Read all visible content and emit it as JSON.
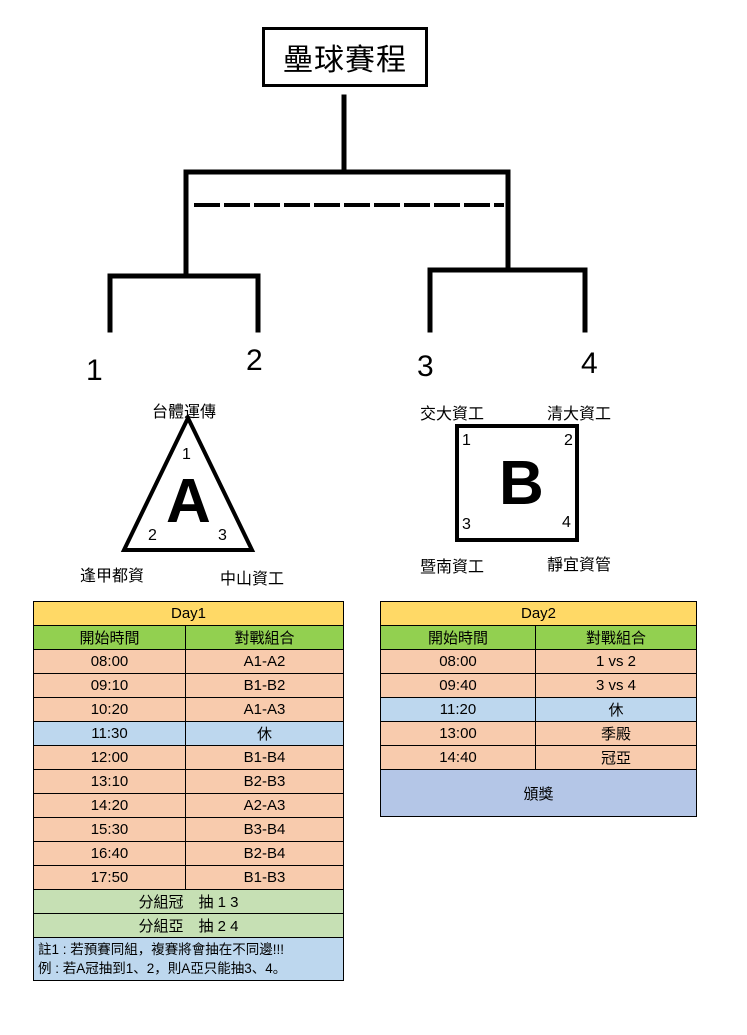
{
  "title": "壘球賽程",
  "bracket": {
    "seeds": [
      "1",
      "2",
      "3",
      "4"
    ]
  },
  "group_a": {
    "letter": "A",
    "positions": [
      "1",
      "2",
      "3"
    ],
    "teams": {
      "top": "台體運傳",
      "bottom_left": "逢甲都資",
      "bottom_right": "中山資工"
    }
  },
  "group_b": {
    "letter": "B",
    "positions": [
      "1",
      "2",
      "3",
      "4"
    ],
    "teams": {
      "top_left": "交大資工",
      "top_right": "清大資工",
      "bottom_left": "暨南資工",
      "bottom_right": "靜宜資管"
    }
  },
  "day1": {
    "title": "Day1",
    "headers": [
      "開始時間",
      "對戰組合"
    ],
    "rows": [
      {
        "time": "08:00",
        "match": "A1-A2",
        "type": "match"
      },
      {
        "time": "09:10",
        "match": "B1-B2",
        "type": "match"
      },
      {
        "time": "10:20",
        "match": "A1-A3",
        "type": "match"
      },
      {
        "time": "11:30",
        "match": "休",
        "type": "rest"
      },
      {
        "time": "12:00",
        "match": "B1-B4",
        "type": "match"
      },
      {
        "time": "13:10",
        "match": "B2-B3",
        "type": "match"
      },
      {
        "time": "14:20",
        "match": "A2-A3",
        "type": "match"
      },
      {
        "time": "15:30",
        "match": "B3-B4",
        "type": "match"
      },
      {
        "time": "16:40",
        "match": "B2-B4",
        "type": "match"
      },
      {
        "time": "17:50",
        "match": "B1-B3",
        "type": "match"
      }
    ],
    "draw_rows": [
      "分組冠　抽 1 3",
      "分組亞　抽 2 4"
    ],
    "notes": [
      "註1 : 若預賽同組，複賽將會抽在不同邊!!!",
      "例 : 若A冠抽到1、2，則A亞只能抽3、4。"
    ]
  },
  "day2": {
    "title": "Day2",
    "headers": [
      "開始時間",
      "對戰組合"
    ],
    "rows": [
      {
        "time": "08:00",
        "match": "1 vs 2",
        "type": "match"
      },
      {
        "time": "09:40",
        "match": "3 vs 4",
        "type": "match"
      },
      {
        "time": "11:20",
        "match": "休",
        "type": "rest"
      },
      {
        "time": "13:00",
        "match": "季殿",
        "type": "match"
      },
      {
        "time": "14:40",
        "match": "冠亞",
        "type": "match"
      }
    ],
    "award": "頒獎"
  },
  "colors": {
    "header": "#ffd966",
    "column_header": "#92d050",
    "match_row": "#f8cbad",
    "rest_row": "#bdd7ee",
    "draw_row": "#c6e0b4",
    "award_row": "#b4c6e7"
  }
}
